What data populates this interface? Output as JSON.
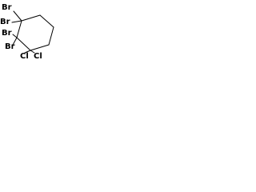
{
  "molecule": {
    "atoms": {
      "br_top": "Br",
      "br_left_upper": "Br",
      "br_left_lower": "Br",
      "br_bottom": "Br",
      "cl_left": "Cl",
      "cl_right": "Cl"
    },
    "colors": {
      "bond": "#000000",
      "label": "#000000",
      "background": "#ffffff"
    }
  }
}
